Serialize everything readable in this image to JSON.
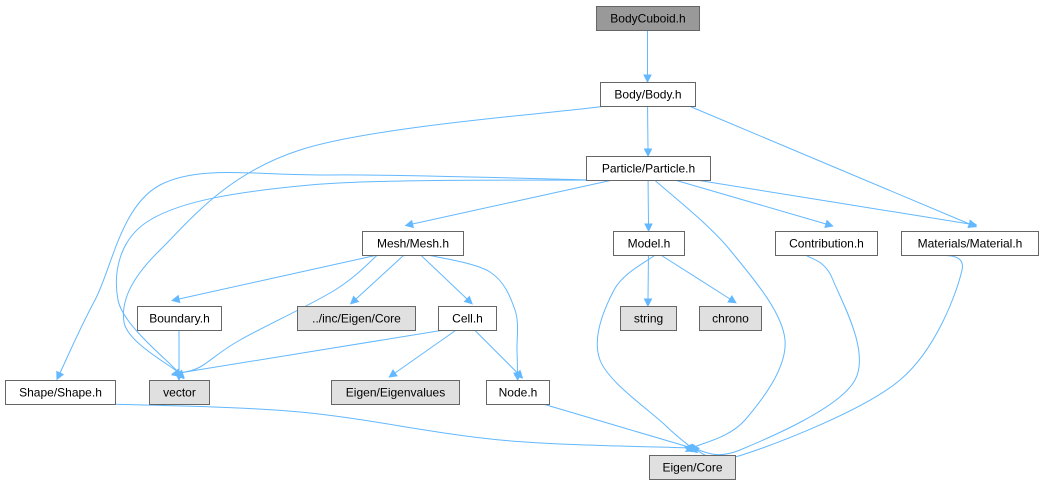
{
  "colors": {
    "root_fill": "#999999",
    "local_fill": "#ffffff",
    "system_fill": "#e0e0e0",
    "border": "#666666",
    "edge": "#63b8ff"
  },
  "nodes": {
    "bodycuboid": {
      "label": "BodyCuboid.h",
      "kind": "root"
    },
    "body": {
      "label": "Body/Body.h",
      "kind": "local"
    },
    "particle": {
      "label": "Particle/Particle.h",
      "kind": "local"
    },
    "mesh": {
      "label": "Mesh/Mesh.h",
      "kind": "local"
    },
    "model": {
      "label": "Model.h",
      "kind": "local"
    },
    "contribution": {
      "label": "Contribution.h",
      "kind": "local"
    },
    "material": {
      "label": "Materials/Material.h",
      "kind": "local"
    },
    "boundary": {
      "label": "Boundary.h",
      "kind": "local"
    },
    "inc_eigen_core": {
      "label": "../inc/Eigen/Core",
      "kind": "system"
    },
    "cell": {
      "label": "Cell.h",
      "kind": "local"
    },
    "string": {
      "label": "string",
      "kind": "system"
    },
    "chrono": {
      "label": "chrono",
      "kind": "system"
    },
    "shape": {
      "label": "Shape/Shape.h",
      "kind": "local"
    },
    "vector": {
      "label": "vector",
      "kind": "system"
    },
    "eigenvalues": {
      "label": "Eigen/Eigenvalues",
      "kind": "system"
    },
    "node": {
      "label": "Node.h",
      "kind": "local"
    },
    "eigen_core": {
      "label": "Eigen/Core",
      "kind": "system"
    }
  },
  "edges": [
    [
      "bodycuboid",
      "body"
    ],
    [
      "body",
      "particle"
    ],
    [
      "body",
      "vector"
    ],
    [
      "body",
      "material"
    ],
    [
      "particle",
      "mesh"
    ],
    [
      "particle",
      "model"
    ],
    [
      "particle",
      "contribution"
    ],
    [
      "particle",
      "material"
    ],
    [
      "particle",
      "eigen_core"
    ],
    [
      "particle",
      "shape"
    ],
    [
      "particle",
      "vector"
    ],
    [
      "mesh",
      "boundary"
    ],
    [
      "mesh",
      "inc_eigen_core"
    ],
    [
      "mesh",
      "cell"
    ],
    [
      "mesh",
      "node"
    ],
    [
      "mesh",
      "vector"
    ],
    [
      "model",
      "string"
    ],
    [
      "model",
      "chrono"
    ],
    [
      "model",
      "eigen_core"
    ],
    [
      "contribution",
      "eigen_core"
    ],
    [
      "material",
      "eigen_core"
    ],
    [
      "boundary",
      "vector"
    ],
    [
      "cell",
      "vector"
    ],
    [
      "cell",
      "eigenvalues"
    ],
    [
      "cell",
      "node"
    ],
    [
      "shape",
      "eigen_core"
    ],
    [
      "node",
      "eigen_core"
    ]
  ]
}
